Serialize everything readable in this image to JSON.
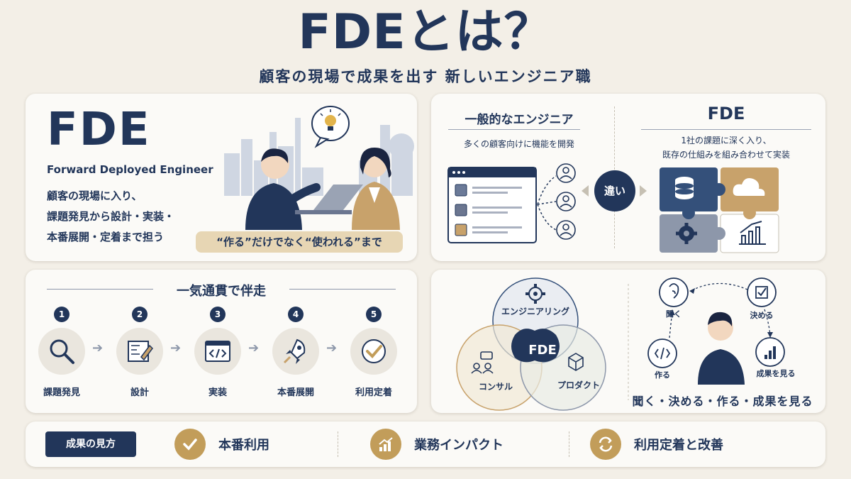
{
  "header": {
    "title": "FDEとは？",
    "subtitle": "顧客の現場で成果を出す 新しいエンジニア職"
  },
  "intro": {
    "acronym": "FDE",
    "full_name": "Forward Deployed Engineer",
    "description_lines": [
      "顧客の現場に入り、",
      "課題発見から設計・実装・",
      "本番展開・定着まで担う"
    ],
    "tagline": "“作る”だけでなく“使われる”まで",
    "illustration_icons": [
      "lightbulb-icon",
      "factory-skyline",
      "laptop-icon"
    ]
  },
  "comparison": {
    "left_heading": "一般的なエンジニア",
    "left_description": "多くの顧客向けに機能を開発",
    "center_label": "違い",
    "right_heading": "FDE",
    "right_description_lines": [
      "1社の課題に深く入り、",
      "既存の仕組みを組み合わせて実装"
    ],
    "puzzle_icons": [
      "database-icon",
      "cloud-icon",
      "gear-icon",
      "chart-icon"
    ]
  },
  "process": {
    "title": "一気通貫で伴走",
    "steps": [
      {
        "num": "1",
        "label": "課題発見",
        "icon": "magnifier-icon"
      },
      {
        "num": "2",
        "label": "設計",
        "icon": "blueprint-icon"
      },
      {
        "num": "3",
        "label": "実装",
        "icon": "code-window-icon"
      },
      {
        "num": "4",
        "label": "本番展開",
        "icon": "rocket-icon"
      },
      {
        "num": "5",
        "label": "利用定着",
        "icon": "check-icon"
      }
    ]
  },
  "venn": {
    "top": "エンジニアリング",
    "left": "コンサル",
    "right": "プロダクト",
    "center": "FDE"
  },
  "cycle": {
    "listen": "聞く",
    "decide": "決める",
    "build": "作る",
    "see_results": "成果を見る",
    "caption": "聞く・決める・作る・成果を見る"
  },
  "results": {
    "tag": "成果の見方",
    "items": [
      {
        "label": "本番利用",
        "icon": "check-icon"
      },
      {
        "label": "業務インパクト",
        "icon": "growth-chart-icon"
      },
      {
        "label": "利用定着と改善",
        "icon": "refresh-icon"
      }
    ]
  },
  "colors": {
    "navy": "#22365a",
    "gold": "#c29d5a",
    "beige": "#e7d6b4",
    "background": "#f3efe7"
  }
}
